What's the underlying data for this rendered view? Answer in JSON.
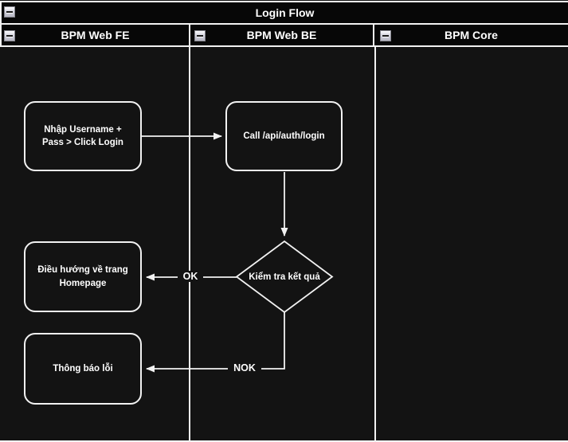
{
  "diagram": {
    "title": "Login Flow",
    "lanes": [
      {
        "label": "BPM Web FE"
      },
      {
        "label": "BPM Web BE"
      },
      {
        "label": "BPM Core"
      }
    ],
    "nodes": {
      "enter_credentials": "Nhập Username + Pass > Click Login",
      "call_login_api": "Call /api/auth/login",
      "check_result": "Kiểm tra kết quả",
      "redirect_homepage": "Điều hướng về trang Homepage",
      "show_error": "Thông báo lỗi"
    },
    "edge_labels": {
      "ok": "OK",
      "nok": "NOK"
    },
    "icons": {
      "collapse": "collapse-minus-icon"
    },
    "colors": {
      "canvas_bg": "#131313",
      "header_bg": "#070707",
      "stroke": "#f2f2f2",
      "text": "#ffffff",
      "collapse_button_fill": "#d6d6e0"
    }
  }
}
